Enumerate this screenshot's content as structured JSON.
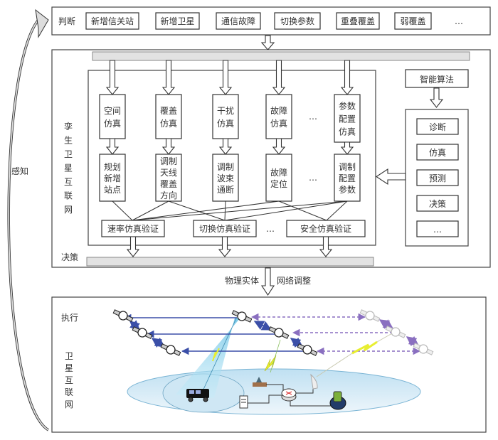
{
  "perception_label": "感知",
  "judgment": {
    "label": "判断",
    "items": [
      "新增信关站",
      "新增卫星",
      "通信故障",
      "切换参数",
      "重叠覆盖",
      "弱覆盖",
      "…"
    ]
  },
  "twin": {
    "side_label": [
      "孪",
      "生",
      "卫",
      "星",
      "互",
      "联",
      "网"
    ],
    "decision_label": "决策",
    "simulations": [
      {
        "lines": [
          "空间",
          "仿真"
        ]
      },
      {
        "lines": [
          "覆盖",
          "仿真"
        ]
      },
      {
        "lines": [
          "干扰",
          "仿真"
        ]
      },
      {
        "lines": [
          "故障",
          "仿真"
        ]
      },
      {
        "lines": [
          "参数",
          "配置",
          "仿真"
        ]
      }
    ],
    "actions": [
      {
        "lines": [
          "规划",
          "新增",
          "站点"
        ]
      },
      {
        "lines": [
          "调制",
          "天线",
          "覆盖",
          "方向"
        ]
      },
      {
        "lines": [
          "调制",
          "波束",
          "通断"
        ]
      },
      {
        "lines": [
          "故障",
          "定位"
        ]
      },
      {
        "lines": [
          "调制",
          "配置",
          "参数"
        ]
      }
    ],
    "ellipsis": "…",
    "validations": [
      "速率仿真验证",
      "切换仿真验证",
      "安全仿真验证"
    ],
    "algorithm": {
      "title": "智能算法",
      "items": [
        "诊断",
        "仿真",
        "预测",
        "决策",
        "…"
      ]
    }
  },
  "link": {
    "left_label": "物理实体",
    "right_label": "网络调整"
  },
  "physical": {
    "execute_label": "执行",
    "side_label": [
      "卫",
      "星",
      "互",
      "联",
      "网"
    ]
  },
  "colors": {
    "link_blue": "#3b4fa8",
    "link_purple": "#8a6fc0",
    "beam": "#9fd8ee",
    "ground": "#cfe6f3",
    "lightning": "#e8ee30"
  }
}
